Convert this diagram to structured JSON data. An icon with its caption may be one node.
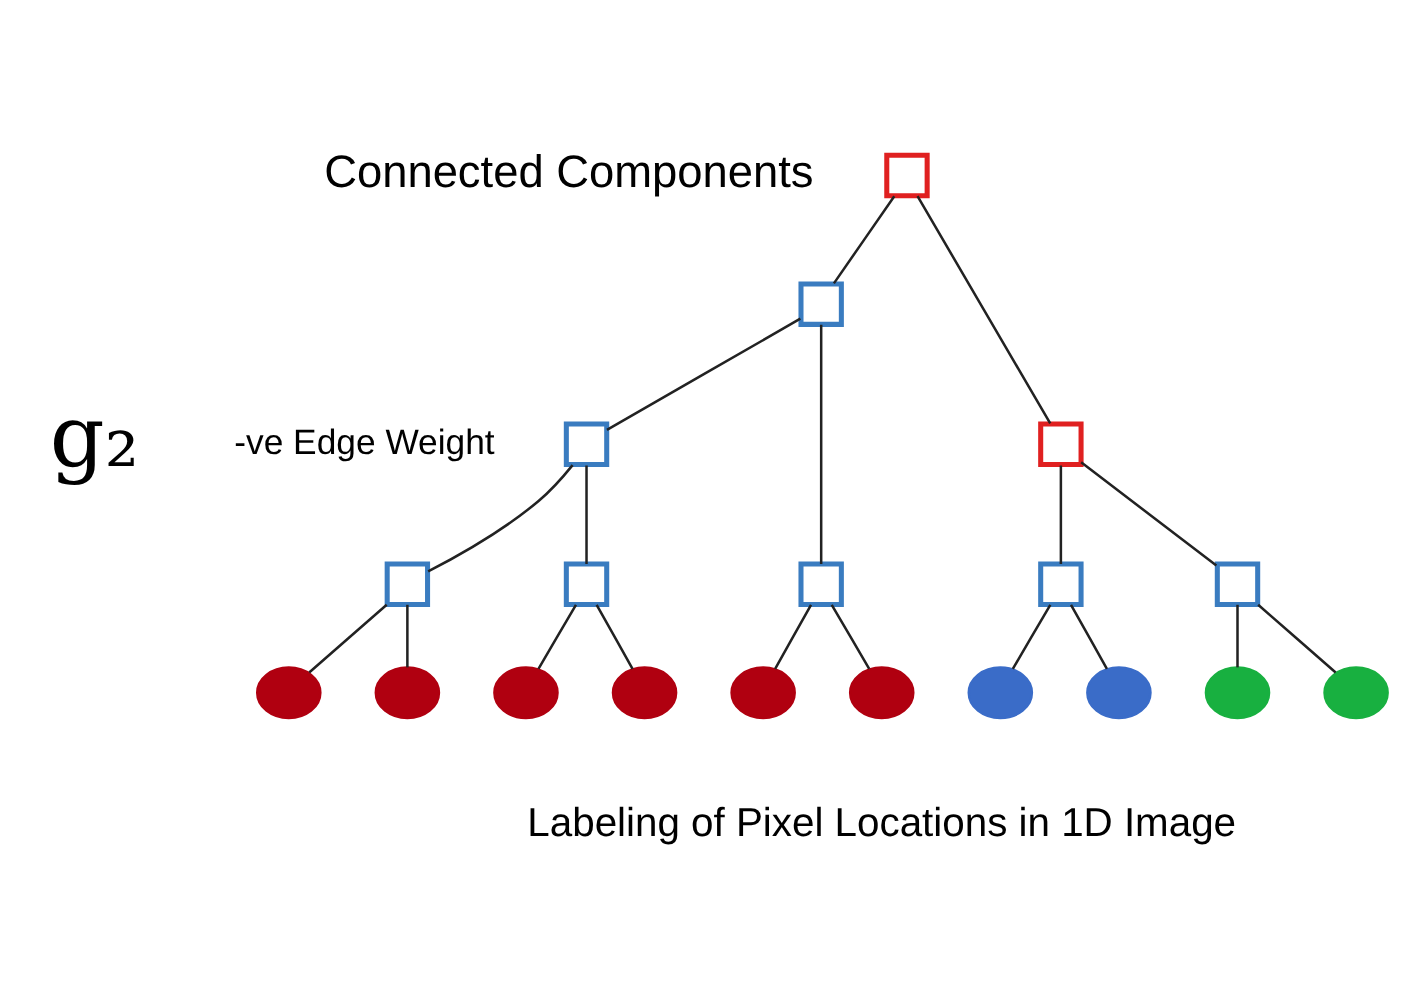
{
  "diagram": {
    "nodes": [
      {
        "text": [],
        "shape": "box"
      },
      {
        "text": [],
        "shape": "box"
      },
      {
        "text": [],
        "shape": "box"
      },
      {
        "text": [],
        "shape": "box"
      },
      {
        "text": [],
        "shape": "box"
      },
      {
        "text": [],
        "shape": "box"
      },
      {
        "text": [],
        "shape": "box"
      },
      {
        "text": [],
        "shape": "box"
      },
      {
        "text": [],
        "shape": "box"
      },
      {
        "text": [],
        "shape": "circle"
      },
      {
        "text": [],
        "shape": "circle"
      },
      {
        "text": [],
        "shape": "circle"
      },
      {
        "text": [],
        "shape": "circle"
      },
      {
        "text": [],
        "shape": "circle"
      },
      {
        "text": [],
        "shape": "circle"
      },
      {
        "text": [],
        "shape": "circle"
      },
      {
        "text": [],
        "shape": "circle"
      },
      {
        "text": [],
        "shape": "circle"
      },
      {
        "text": [],
        "shape": "circle"
      }
    ],
    "edges": [
      {
        "from": 0,
        "to": 2,
        "arrow": "none"
      },
      {
        "from": 0,
        "to": 1,
        "arrow": "none"
      },
      {
        "from": 1,
        "to": 7,
        "arrow": "none"
      },
      {
        "from": 1,
        "to": 4,
        "arrow": "none"
      },
      {
        "from": 2,
        "to": 5,
        "arrow": "none"
      },
      {
        "from": 2,
        "to": 3,
        "arrow": "none"
      },
      {
        "from": 3,
        "to": 13,
        "arrow": "none"
      },
      {
        "from": 3,
        "to": 14,
        "arrow": "none"
      },
      {
        "from": 5,
        "to": 8,
        "arrow": "none"
      },
      {
        "from": 5,
        "to": 6,
        "arrow": "none"
      },
      {
        "from": 8,
        "to": 9,
        "arrow": "none"
      },
      {
        "from": 8,
        "to": 10,
        "arrow": "none"
      },
      {
        "from": 6,
        "to": 11,
        "arrow": "none"
      },
      {
        "from": 6,
        "to": 12,
        "arrow": "none"
      },
      {
        "from": 7,
        "to": 15,
        "arrow": "none"
      },
      {
        "from": 7,
        "to": 16,
        "arrow": "none"
      },
      {
        "from": 4,
        "to": 17,
        "arrow": "none"
      },
      {
        "from": 4,
        "to": 18,
        "arrow": "none"
      }
    ],
    "labels": [
      "Connected Components",
      "g₂",
      "-ve Edge Weight",
      "Labeling of Pixel Locations in 1D Image"
    ]
  }
}
